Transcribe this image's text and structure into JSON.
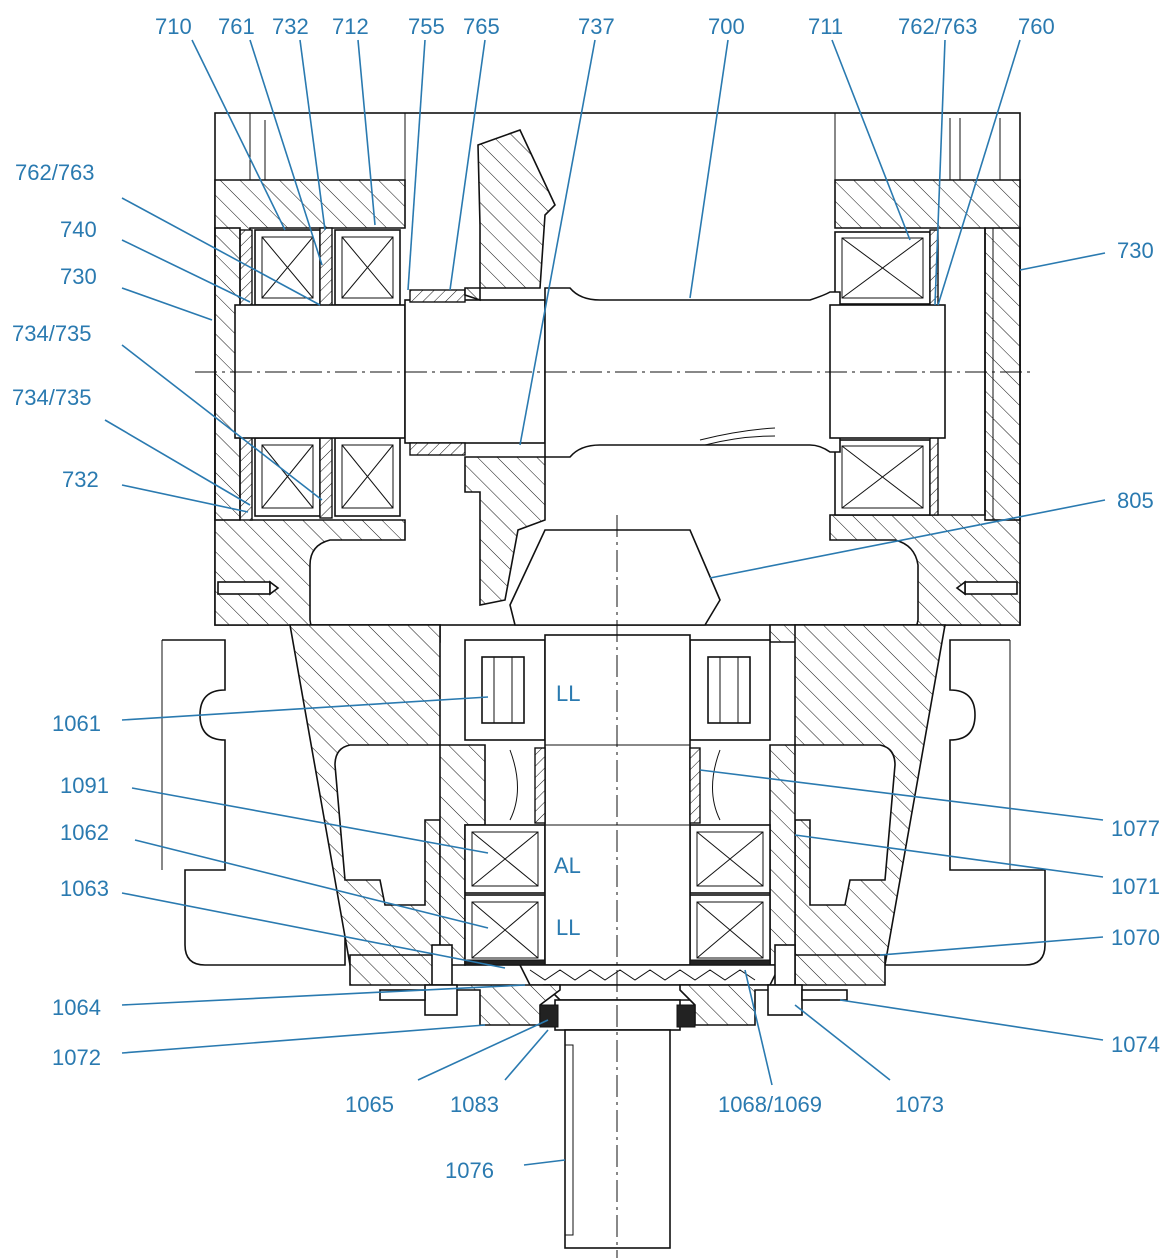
{
  "labels": {
    "l710": "710",
    "l761": "761",
    "l732_top": "732",
    "l712": "712",
    "l755": "755",
    "l765": "765",
    "l737": "737",
    "l700": "700",
    "l711": "711",
    "l762_763_top": "762/763",
    "l760": "760",
    "l762_763_left": "762/763",
    "l740": "740",
    "l730_left": "730",
    "l734_735_a": "734/735",
    "l734_735_b": "734/735",
    "l732_left": "732",
    "l730_right": "730",
    "l805": "805",
    "l1061": "1061",
    "l1091": "1091",
    "l1062": "1062",
    "l1063": "1063",
    "l1064": "1064",
    "l1072": "1072",
    "l1065": "1065",
    "l1083": "1083",
    "l1068_1069": "1068/1069",
    "l1073": "1073",
    "l1076": "1076",
    "l1077": "1077",
    "l1071": "1071",
    "l1070": "1070",
    "l1074": "1074"
  },
  "bearing_marks": {
    "upper": "LL",
    "middle": "AL",
    "lower": "LL"
  },
  "colors": {
    "label": "#2a7ab0",
    "line": "#111111"
  }
}
